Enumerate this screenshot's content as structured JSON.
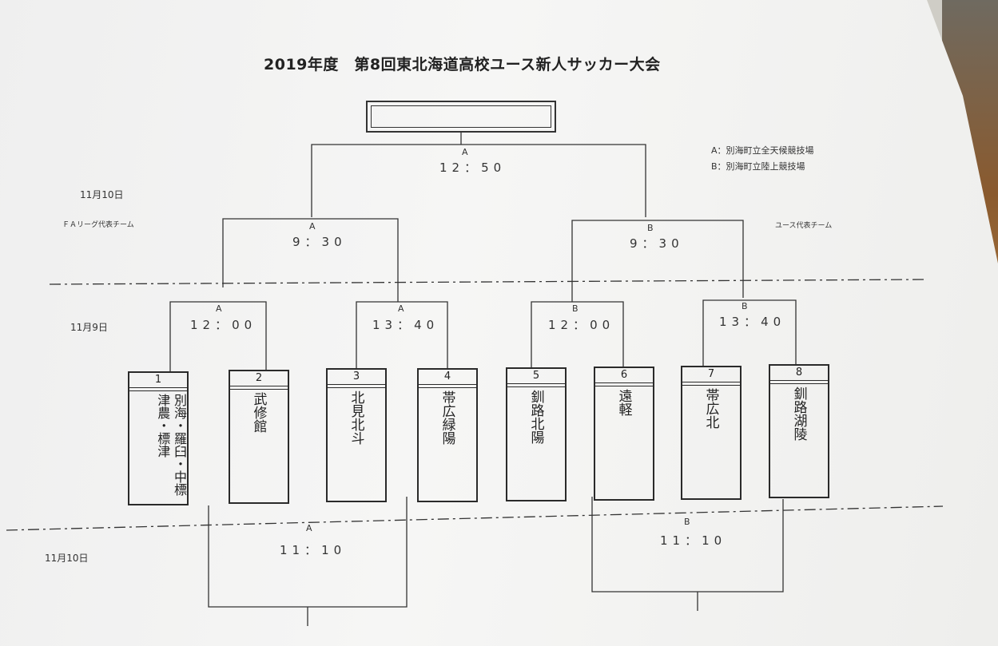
{
  "title": "2019年度　第8回東北海道高校ユース新人サッカー大会",
  "legend": {
    "venue_a": "A：別海町立全天候競技場",
    "venue_b": "B：別海町立陸上競技場"
  },
  "dates": {
    "final_day": "11月10日",
    "first_round_day": "11月9日",
    "bottom_day": "11月10日"
  },
  "labels": {
    "fa_league": "ＦＡリーグ代表チーム",
    "youth": "ユース代表チーム"
  },
  "final": {
    "venue": "A",
    "time": "12：50"
  },
  "semifinals": [
    {
      "venue": "A",
      "time": "9：30"
    },
    {
      "venue": "B",
      "time": "9：30"
    }
  ],
  "first_round": [
    {
      "venue": "A",
      "time": "12：00"
    },
    {
      "venue": "A",
      "time": "13：40"
    },
    {
      "venue": "B",
      "time": "12：00"
    },
    {
      "venue": "B",
      "time": "13：40"
    }
  ],
  "lower_matches": [
    {
      "venue": "A",
      "time": "11：10"
    },
    {
      "venue": "B",
      "time": "11：10"
    }
  ],
  "teams": [
    {
      "number": "1",
      "name": "別海・羅臼・中標津農・標津"
    },
    {
      "number": "2",
      "name": "武修館"
    },
    {
      "number": "3",
      "name": "北見北斗"
    },
    {
      "number": "4",
      "name": "帯広緑陽"
    },
    {
      "number": "5",
      "name": "釧路北陽"
    },
    {
      "number": "6",
      "name": "遠軽"
    },
    {
      "number": "7",
      "name": "帯広北"
    },
    {
      "number": "8",
      "name": "釧路湖陵"
    }
  ]
}
